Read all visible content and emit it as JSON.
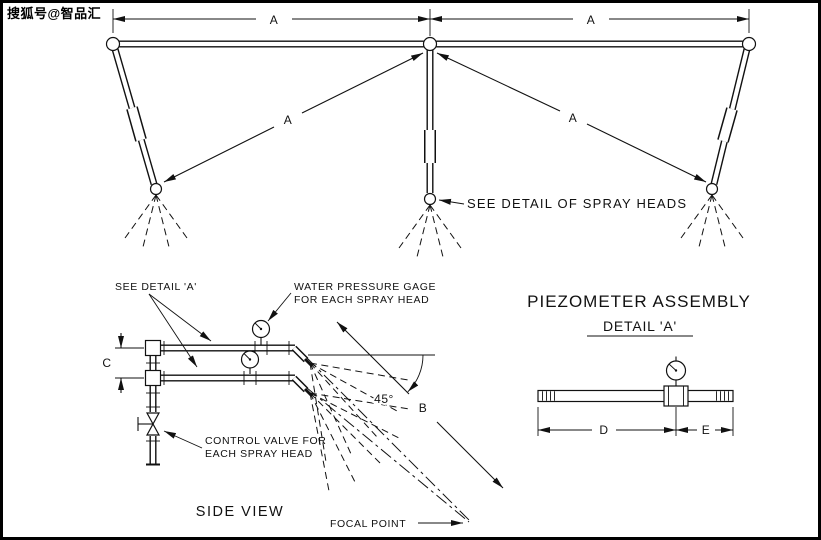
{
  "watermark": "搜狐号@智品汇",
  "colors": {
    "ink": "#111111",
    "background": "#ffffff"
  },
  "top_view": {
    "dim_left": "A",
    "dim_right": "A",
    "brace_left": "A",
    "brace_right": "A",
    "note": "SEE DETAIL OF SPRAY HEADS"
  },
  "side_view": {
    "title": "SIDE VIEW",
    "detail_callout": "SEE DETAIL 'A'",
    "gage_line1": "WATER PRESSURE GAGE",
    "gage_line2": "FOR EACH SPRAY HEAD",
    "valve_line1": "CONTROL VALVE FOR",
    "valve_line2": "EACH SPRAY HEAD",
    "dim_c": "C",
    "dim_b": "B",
    "angle": "45°",
    "focal_label": "FOCAL POINT"
  },
  "detail_a": {
    "title": "PIEZOMETER ASSEMBLY",
    "subtitle": "DETAIL 'A'",
    "dim_d": "D",
    "dim_e": "E"
  }
}
